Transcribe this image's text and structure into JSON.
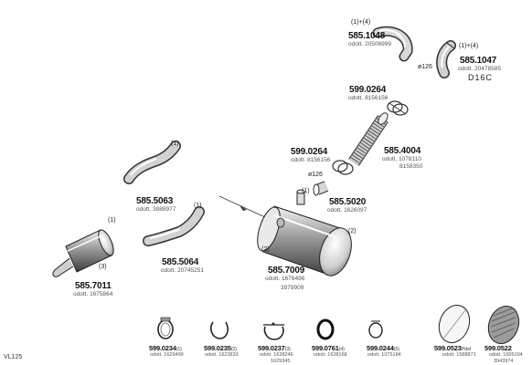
{
  "diagram_code": "VL125",
  "parts": [
    {
      "id": "p1",
      "number": "585.1048",
      "note": "(1)+(4)",
      "odd": "odott. 20506999",
      "extra": ""
    },
    {
      "id": "p2",
      "number": "585.1047",
      "note": "(1)+(4)",
      "odd": "odott. 20478585",
      "extra": "D16C",
      "diameter": "ø126"
    },
    {
      "id": "p3",
      "number": "599.0264",
      "note": "",
      "odd": "odott. 8156156",
      "extra": ""
    },
    {
      "id": "p4",
      "number": "599.0264",
      "note": "",
      "odd": "odott. 8156156",
      "extra": ""
    },
    {
      "id": "p5",
      "number": "585.4004",
      "note": "",
      "odd": "odott. 1078110",
      "extra": "8158350"
    },
    {
      "id": "p6",
      "number": "585.5020",
      "note": "(1)",
      "odd": "odott. 1626097",
      "extra": "",
      "diameter": "ø126"
    },
    {
      "id": "p7",
      "number": "585.5063",
      "note": "(1)",
      "odd": "odott. 3988977",
      "extra": ""
    },
    {
      "id": "p8",
      "number": "585.5064",
      "note": "(1)",
      "odd": "odott. 20745251",
      "extra": ""
    },
    {
      "id": "p9",
      "number": "585.7009",
      "note": "(2)",
      "odd": "odott. 1676496",
      "extra": "3979909"
    },
    {
      "id": "p10",
      "number": "585.7011",
      "note": "(1)",
      "odd": "odott. 1675864",
      "extra": "(3)"
    }
  ],
  "muffler_note_right": "(2)",
  "small_parts": [
    {
      "number": "599.0234",
      "suffix": "(1)",
      "odd": "odott. 1629499",
      "extra": ""
    },
    {
      "number": "599.0235",
      "suffix": "(2)",
      "odd": "odott. 1623833",
      "extra": ""
    },
    {
      "number": "599.0237",
      "suffix": "(3)",
      "odd": "odott. 1638246",
      "extra": "1629345"
    },
    {
      "number": "599.0761",
      "suffix": "(4)",
      "odd": "odott. 1638168",
      "extra": ""
    },
    {
      "number": "599.0244",
      "suffix": "(5)",
      "odd": "odott. 1075184",
      "extra": ""
    },
    {
      "number": "599.0523",
      "suffix": "Pdst",
      "odd": "odott. 1588871",
      "extra": ""
    },
    {
      "number": "599.0522",
      "suffix": "",
      "odd": "odott. 1605104",
      "extra": "3943974"
    }
  ]
}
